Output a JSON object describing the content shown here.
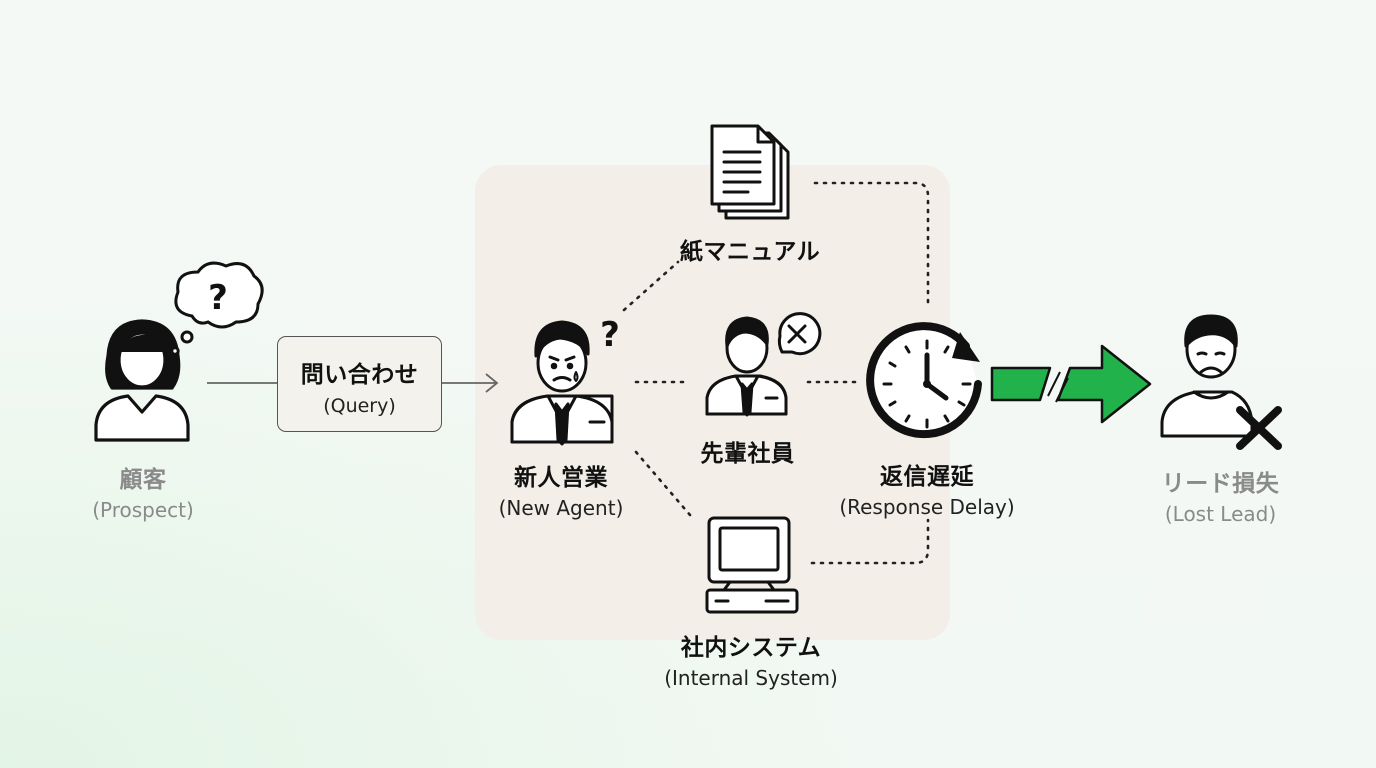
{
  "nodes": {
    "prospect": {
      "jp": "顧客",
      "en": "(Prospect)"
    },
    "query": {
      "jp": "問い合わせ",
      "en": "(Query)"
    },
    "new_agent": {
      "jp": "新人営業",
      "en": "(New Agent)"
    },
    "manual": {
      "jp": "紙マニュアル"
    },
    "senior": {
      "jp": "先輩社員"
    },
    "system": {
      "jp": "社内システム",
      "en": "(Internal System)"
    },
    "delay": {
      "jp": "返信遅延",
      "en": "(Response Delay)"
    },
    "lost": {
      "jp": "リード損失",
      "en": "(Lost Lead)"
    }
  },
  "colors": {
    "accent_green": "#22b24c",
    "panel": "#f3efe8",
    "muted_text": "#8a8a8a"
  },
  "icons": [
    "woman-icon",
    "thought-bubble-icon",
    "worried-agent-icon",
    "documents-icon",
    "senior-employee-icon",
    "x-speech-icon",
    "computer-icon",
    "clock-icon",
    "broken-arrow-icon",
    "sad-person-icon",
    "x-mark-icon"
  ]
}
